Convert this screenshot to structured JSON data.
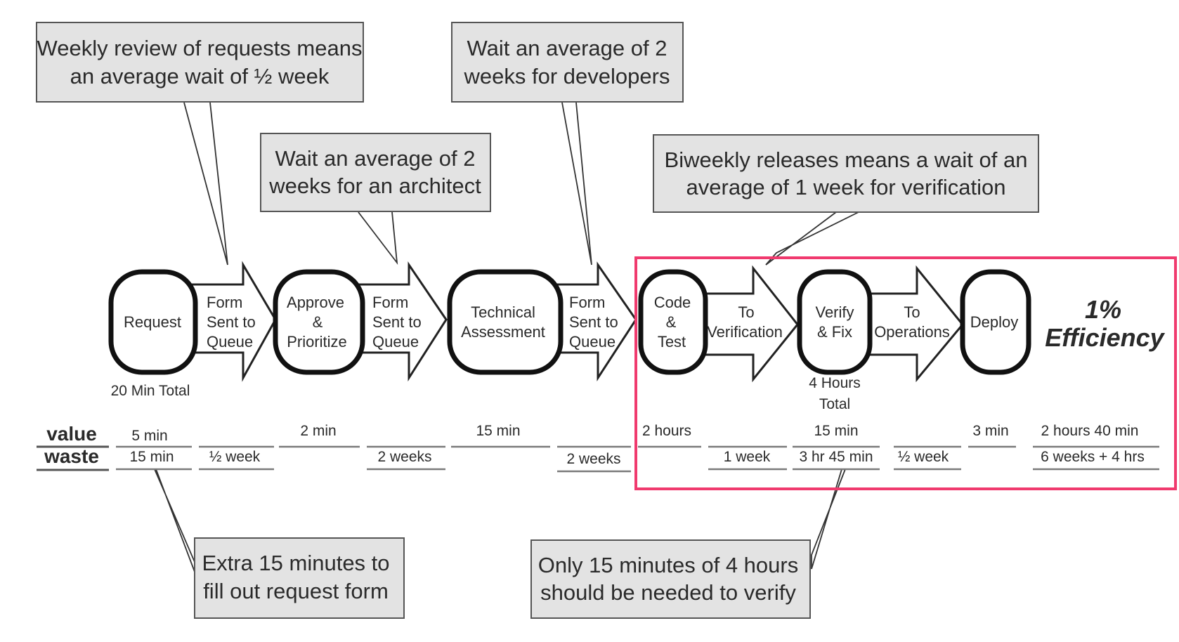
{
  "callouts": {
    "weekly_review": [
      "Weekly review of requests means",
      "an average wait of ½ week"
    ],
    "architect_wait": [
      "Wait an average of 2",
      "weeks for an architect"
    ],
    "developer_wait": [
      "Wait an average of 2",
      "weeks for developers"
    ],
    "biweekly_releases": [
      "Biweekly releases means a wait of an",
      "average of 1 week for verification"
    ],
    "extra_form_time": [
      "Extra 15 minutes to",
      "fill out request form"
    ],
    "verify_time": [
      "Only 15 minutes of 4 hours",
      "should be needed to verify"
    ]
  },
  "process_steps": {
    "request": [
      "Request"
    ],
    "approve": [
      "Approve",
      "&",
      "Prioritize"
    ],
    "technical": [
      "Technical",
      "Assessment"
    ],
    "code_test": [
      "Code",
      "&",
      "Test"
    ],
    "verify_fix": [
      "Verify",
      "& Fix"
    ],
    "deploy": [
      "Deploy"
    ]
  },
  "transfer_arrows": {
    "form_queue_1": [
      "Form",
      "Sent to",
      "Queue"
    ],
    "form_queue_2": [
      "Form",
      "Sent to",
      "Queue"
    ],
    "form_queue_3": [
      "Form",
      "Sent to",
      "Queue"
    ],
    "to_verification": [
      "To",
      "Verification"
    ],
    "to_operations": [
      "To",
      "Operations"
    ]
  },
  "step_notes": {
    "request_total": "20 Min Total",
    "verify_total": [
      "4 Hours",
      "Total"
    ]
  },
  "timeline": {
    "value_label": "value",
    "waste_label": "waste",
    "request_value": "5 min",
    "request_waste": "15 min",
    "queue1_waste": "½ week",
    "approve_value": "2 min",
    "queue2_waste": "2 weeks",
    "technical_value": "15 min",
    "queue3_waste": "2 weeks",
    "code_value": "2 hours",
    "to_verification_waste": "1 week",
    "verify_value": "15 min",
    "verify_waste": "3 hr 45 min",
    "to_operations_waste": "½ week",
    "deploy_value": "3 min",
    "total_value": "2 hours 40 min",
    "total_waste": "6 weeks + 4 hrs"
  },
  "efficiency": [
    "1%",
    "Efficiency"
  ],
  "colors": {
    "highlight": "#f03a6e",
    "callout_fill": "#e3e3e3"
  }
}
